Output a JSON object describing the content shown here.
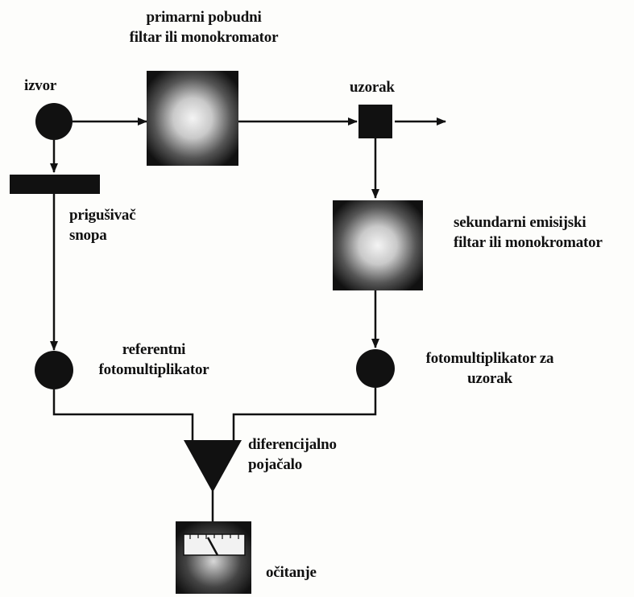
{
  "labels": {
    "primary_filter": [
      "primarni pobudni",
      "filtar ili monokromator"
    ],
    "source": "izvor",
    "sample": "uzorak",
    "attenuator": [
      "prigušivač",
      "snopa"
    ],
    "secondary_filter": [
      "sekundarni emisijski",
      "filtar ili monokromator"
    ],
    "reference_pmt": [
      "referentni",
      "fotomultiplikator"
    ],
    "sample_pmt": [
      "fotomultiplikator za",
      "uzorak"
    ],
    "diff_amp": [
      "diferencijalno",
      "pojačalo"
    ],
    "readout": "očitanje"
  },
  "colors": {
    "ink": "#111111",
    "background": "#fdfdfb",
    "filter_glow": "#f4f4f4"
  }
}
